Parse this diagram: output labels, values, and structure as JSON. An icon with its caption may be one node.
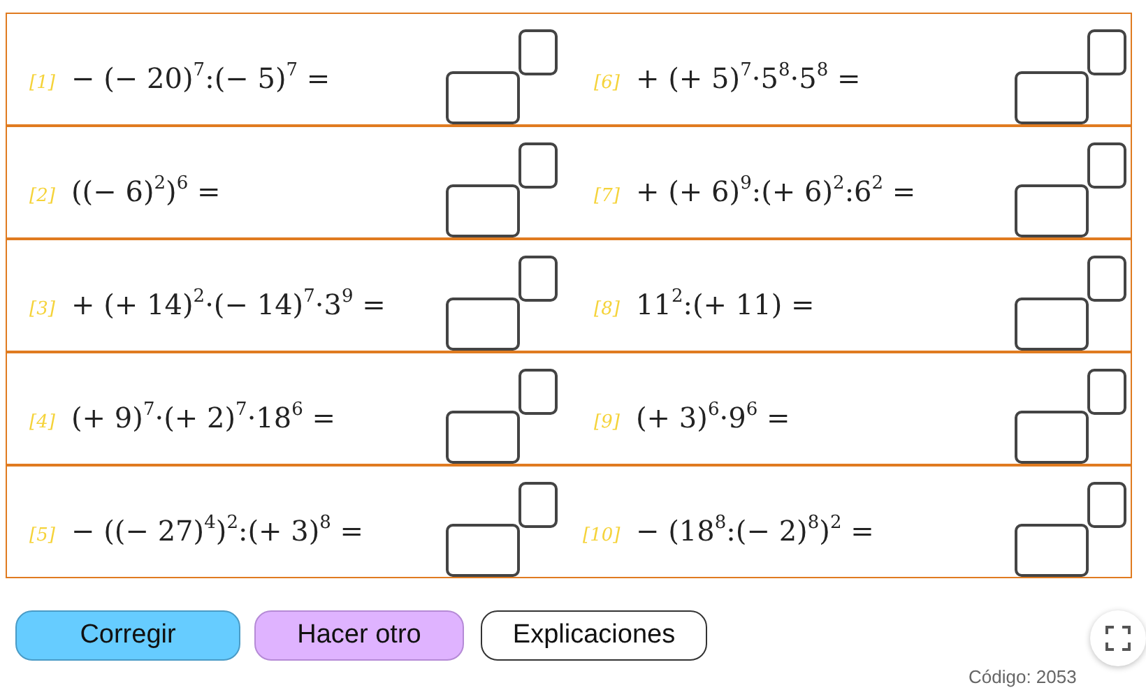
{
  "diagram": {
    "nodes": [
      {
        "text": [
          "[1]",
          "− (− 20)$^{7}$:(− 5)$^{7}$ =",
          "[6]",
          "+ (+ 5)$^{7}$·5$^{8}$·5$^{8}$ ="
        ]
      },
      {
        "text": [
          "[2]",
          "((− 6)$^{2}$)$^{6}$ =",
          "[7]",
          "+ (+ 6)$^{9}$:(+ 6)$^{2}$:6$^{2}$ ="
        ]
      },
      {
        "text": [
          "[3]",
          "+ (+ 14)$^{2}$·(− 14)$^{7}$·3$^{9}$ =",
          "[8]",
          "11$^{2}$:(+ 11) ="
        ]
      },
      {
        "text": [
          "[4]",
          "(+ 9)$^{7}$·(+ 2)$^{7}$·18$^{6}$ =",
          "[9]",
          "(+ 3)$^{6}$·9$^{6}$ ="
        ]
      },
      {
        "text": [
          "[5]",
          "− ((− 27)$^{4}$)$^{2}$:(+ 3)$^{8}$ =",
          "[10]",
          "− (18$^{8}$:(− 2)$^{8}$)$^{2}$ ="
        ]
      }
    ],
    "labels": [
      "Corregir",
      "Hacer otro",
      "Explicaciones",
      "Código: 2053"
    ]
  }
}
